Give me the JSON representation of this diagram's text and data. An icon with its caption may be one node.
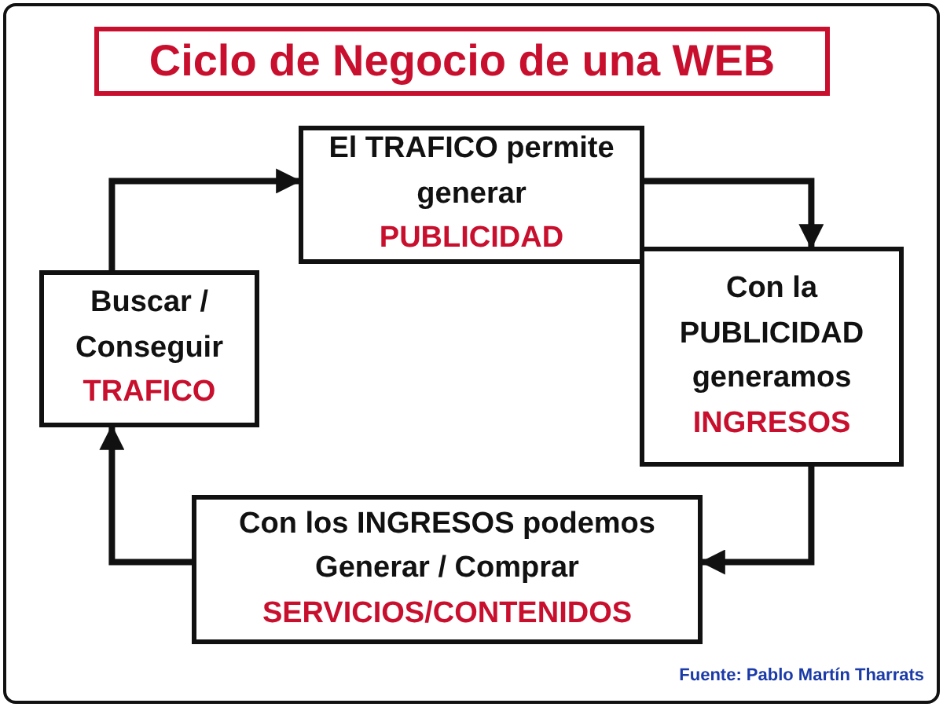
{
  "diagram": {
    "title": "Ciclo de Negocio de una WEB",
    "nodes": [
      {
        "text": [
          "El TRAFICO permite generar",
          "PUBLICIDAD"
        ]
      },
      {
        "text": [
          "Buscar / Conseguir",
          "TRAFICO"
        ]
      },
      {
        "text": [
          "Con la PUBLICIDAD generamos",
          "INGRESOS"
        ]
      },
      {
        "text": [
          "Con los INGRESOS podemos Generar / Comprar",
          "SERVICIOS/CONTENIDOS"
        ]
      }
    ],
    "edges": [
      {
        "from": 1,
        "to": 0,
        "arrow": "to"
      },
      {
        "from": 0,
        "to": 2,
        "arrow": "to"
      },
      {
        "from": 2,
        "to": 3,
        "arrow": "to"
      },
      {
        "from": 3,
        "to": 1,
        "arrow": "to"
      }
    ],
    "labels": [
      "Fuente: Pablo Martín Tharrats"
    ]
  }
}
